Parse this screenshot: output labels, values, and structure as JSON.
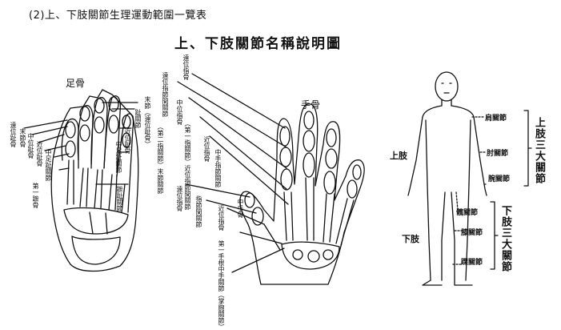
{
  "header": "(2)上、下肢關節生理運動範圍一覽表",
  "title": "上、下肢關節名稱說明圖",
  "foot": {
    "heading": "足骨",
    "labels": [
      "遠位趾骨",
      "末節骨",
      "中位趾骨",
      "近位趾骨",
      "中足趾關節",
      "第一蹠骨",
      "末節（遠位趾骨）",
      "趾關節",
      "近位趾骨",
      "中足趾關節",
      "蹠趾關節"
    ]
  },
  "hand": {
    "heading": "手骨",
    "labels": [
      "遠位指骨",
      "遠位指節間關節",
      "中位指骨",
      "（第一指關節）近位指節間關節",
      "（第二指關節）末節關節",
      "近位指骨",
      "中手指節關節",
      "遠位指骨",
      "指節間關節",
      "近位指骨",
      "中手骨",
      "第一手根中手關節（掌腕關節）"
    ]
  },
  "body": {
    "upper_limb": "上肢",
    "lower_limb": "下肢",
    "upper_joints": [
      "肩關節",
      "肘關節",
      "腕關節"
    ],
    "lower_joints": [
      "髖關節",
      "膝關節",
      "踝關節"
    ],
    "upper_group": "上肢三大關節",
    "lower_group": "下肢三大關節"
  }
}
